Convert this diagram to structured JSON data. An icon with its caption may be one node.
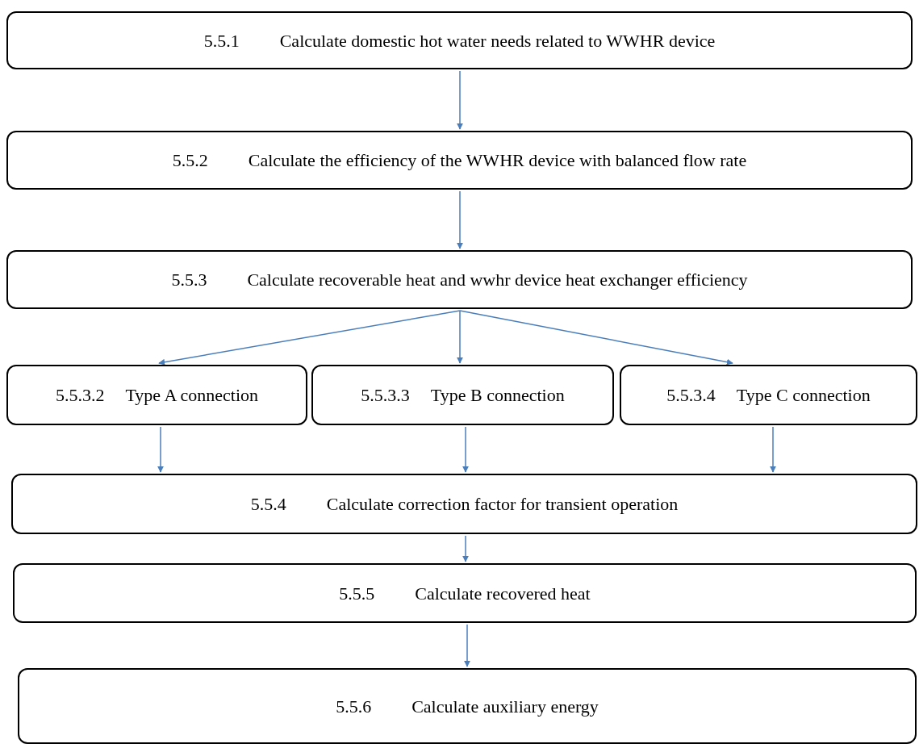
{
  "diagram": {
    "nodes": [
      {
        "text": [
          "5.5.1",
          "Calculate domestic hot water needs related to WWHR device"
        ]
      },
      {
        "text": [
          "5.5.2",
          "Calculate the efficiency of the WWHR device with balanced flow rate"
        ]
      },
      {
        "text": [
          "5.5.3",
          "Calculate recoverable heat and wwhr device heat exchanger efficiency"
        ]
      },
      {
        "text": [
          "5.5.3.2",
          "Type A connection"
        ]
      },
      {
        "text": [
          "5.5.3.3",
          "Type B connection"
        ]
      },
      {
        "text": [
          "5.5.3.4",
          "Type C connection"
        ]
      },
      {
        "text": [
          "5.5.4",
          "Calculate correction factor for transient operation"
        ]
      },
      {
        "text": [
          "5.5.5",
          "Calculate recovered heat"
        ]
      },
      {
        "text": [
          "5.5.6",
          "Calculate auxiliary energy"
        ]
      }
    ],
    "edges": [
      {
        "from": 0,
        "to": 1,
        "arrow": "to"
      },
      {
        "from": 1,
        "to": 2,
        "arrow": "to"
      },
      {
        "from": 2,
        "to": 3,
        "arrow": "to"
      },
      {
        "from": 2,
        "to": 4,
        "arrow": "to"
      },
      {
        "from": 2,
        "to": 5,
        "arrow": "to"
      },
      {
        "from": 3,
        "to": 6,
        "arrow": "to"
      },
      {
        "from": 4,
        "to": 6,
        "arrow": "to"
      },
      {
        "from": 5,
        "to": 6,
        "arrow": "to"
      },
      {
        "from": 6,
        "to": 7,
        "arrow": "to"
      },
      {
        "from": 7,
        "to": 8,
        "arrow": "to"
      }
    ]
  }
}
